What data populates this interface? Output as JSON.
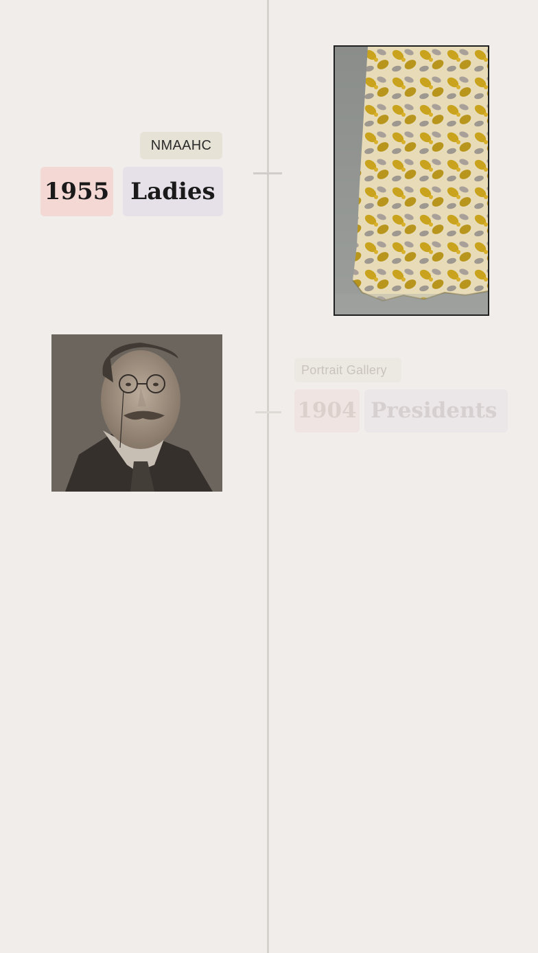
{
  "timeline": {
    "entries": [
      {
        "source": "NMAAHC",
        "year": "1955",
        "category": "Ladies",
        "image": "dress-photo"
      },
      {
        "source": "Portrait Gallery",
        "year": "1904",
        "category": "Presidents",
        "image": "portrait-photo"
      }
    ]
  },
  "colors": {
    "background": "#f0edea",
    "timeline": "#d4d0cc",
    "year_pill": "#f4d8d4",
    "category_pill": "#e6e0e8",
    "source_tag": "#e6e3d6"
  }
}
